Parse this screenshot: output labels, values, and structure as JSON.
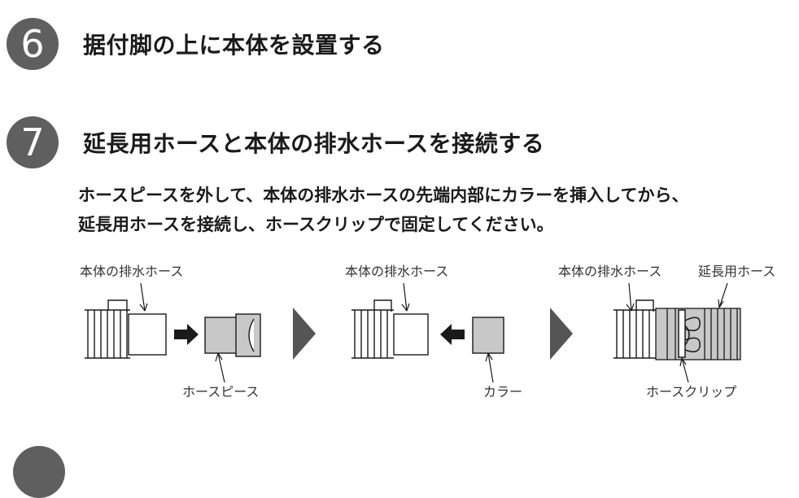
{
  "steps": [
    {
      "number": "6",
      "title": "据付脚の上に本体を設置する"
    },
    {
      "number": "7",
      "title": "延長用ホースと本体の排水ホースを接続する",
      "description_lines": [
        "ホースピースを外して、本体の排水ホースの先端内部にカラーを挿入してから、",
        "延長用ホースを接続し、ホースクリップで固定してください。"
      ]
    }
  ],
  "diagram": {
    "panel1": {
      "top_label": "本体の排水ホース",
      "bottom_label": "ホースピース"
    },
    "panel2": {
      "top_label": "本体の排水ホース",
      "bottom_label": "カラー"
    },
    "panel3": {
      "top_label_left": "本体の排水ホース",
      "top_label_right": "延長用ホース",
      "bottom_label": "ホースクリップ"
    }
  },
  "colors": {
    "step_circle": "#5f5f5f",
    "part_fill": "#c8c8c8",
    "arrow": "#1a1a1a",
    "chevron": "#555555"
  }
}
